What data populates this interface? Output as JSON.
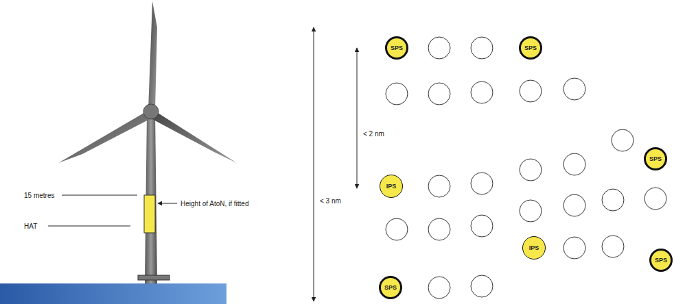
{
  "diagram": {
    "nodes": [
      {
        "text": [
          "SPS"
        ]
      },
      {
        "text": [
          "SPS"
        ]
      },
      {
        "text": [
          "SPS"
        ]
      },
      {
        "text": [
          "IPS"
        ]
      },
      {
        "text": [
          "IPS"
        ]
      },
      {
        "text": [
          "SPS"
        ]
      },
      {
        "text": [
          "SPS"
        ]
      }
    ],
    "labels": [
      "15 metres",
      "HAT",
      "Height of AtoN, if fitted",
      "< 2 nm",
      "< 3 nm"
    ]
  }
}
